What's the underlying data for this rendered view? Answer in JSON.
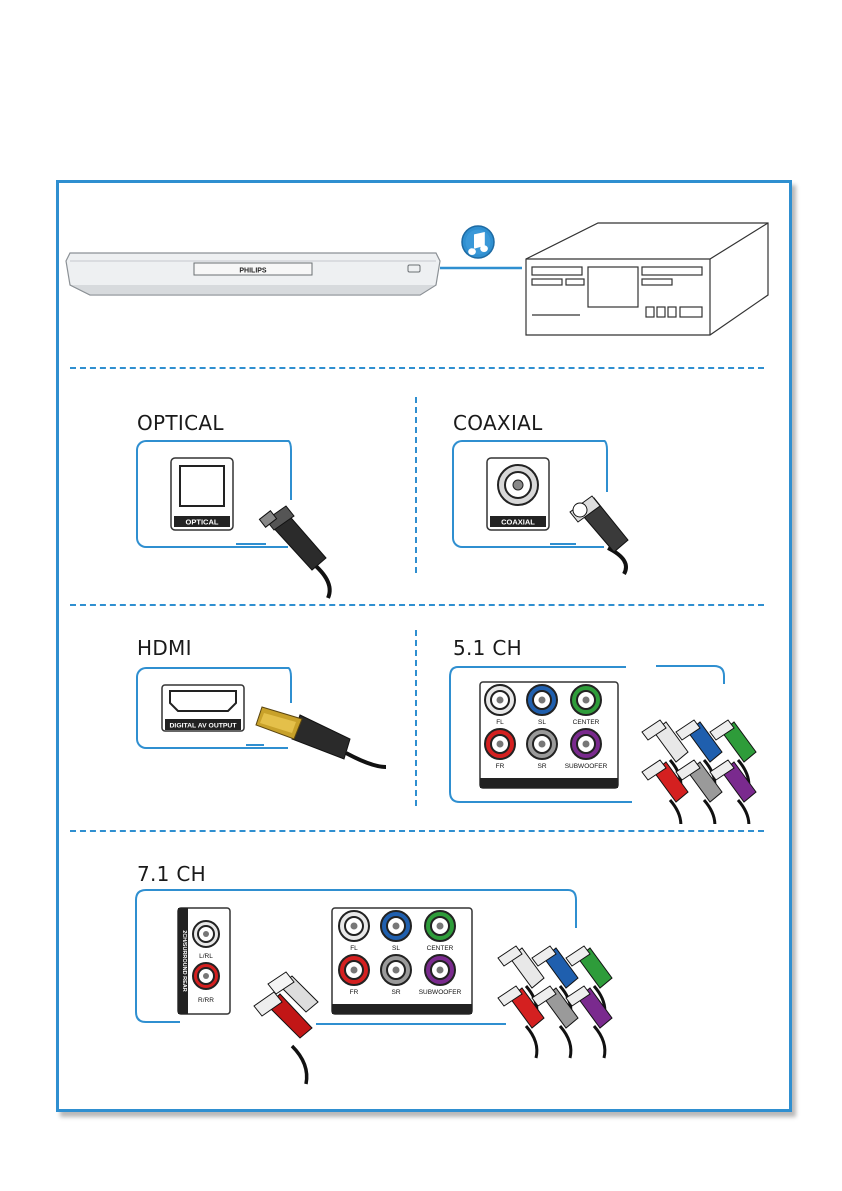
{
  "top_devices": {
    "player_brand": "PHILIPS",
    "player_icon": "blu-ray-player-icon",
    "receiver_icon": "av-receiver-icon",
    "audio_icon": "music-note-icon",
    "accent_color": "#2f8fd0"
  },
  "sections": {
    "optical": {
      "title": "OPTICAL",
      "port_label": "OPTICAL"
    },
    "coaxial": {
      "title": "COAXIAL",
      "port_label": "COAXIAL"
    },
    "hdmi": {
      "title": "HDMI",
      "port_label": "DIGITAL AV OUTPUT"
    },
    "ch51": {
      "title": "5.1 CH",
      "jacks": [
        "FL",
        "SL",
        "CENTER",
        "FR",
        "SR",
        "SUBWOOFER"
      ]
    },
    "ch71": {
      "title": "7.1 CH",
      "side_label": "2CH/SURROUND REAR",
      "side_jacks": [
        "L/RL",
        "R/RR"
      ],
      "jacks": [
        "FL",
        "SL",
        "CENTER",
        "FR",
        "SR",
        "SUBWOOFER"
      ]
    }
  },
  "jack_colors": {
    "white": "#e8e8e8",
    "blue": "#1f5fae",
    "green": "#2e9c3a",
    "red": "#d42020",
    "grey": "#9a9a9a",
    "purple": "#7a2a8e"
  }
}
